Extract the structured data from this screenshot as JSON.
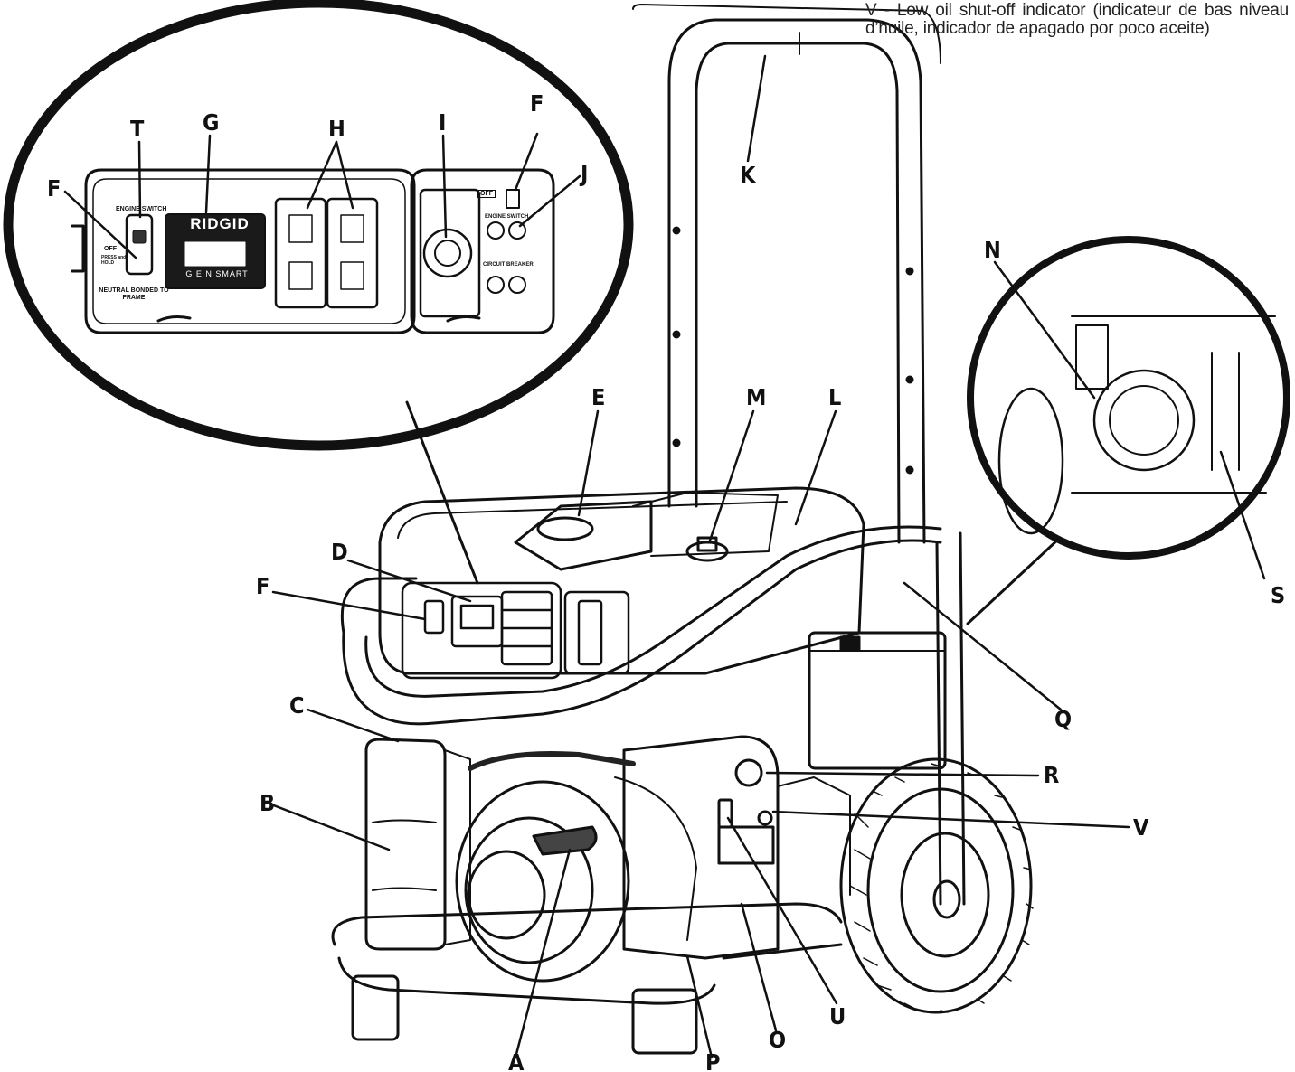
{
  "legend": {
    "key": "V",
    "text": "Low oil shut-off indicator (indicateur de bas niveau d’huile, indicador de apagado por poco aceite)"
  },
  "callouts": [
    {
      "id": "T",
      "text": "T"
    },
    {
      "id": "G",
      "text": "G"
    },
    {
      "id": "H",
      "text": "H"
    },
    {
      "id": "I",
      "text": "I"
    },
    {
      "id": "F_top",
      "text": "F"
    },
    {
      "id": "J",
      "text": "J"
    },
    {
      "id": "F_left",
      "text": "F"
    },
    {
      "id": "K",
      "text": "K"
    },
    {
      "id": "N",
      "text": "N"
    },
    {
      "id": "E",
      "text": "E"
    },
    {
      "id": "M",
      "text": "M"
    },
    {
      "id": "L",
      "text": "L"
    },
    {
      "id": "D",
      "text": "D"
    },
    {
      "id": "F_mid",
      "text": "F"
    },
    {
      "id": "S",
      "text": "S"
    },
    {
      "id": "Q",
      "text": "Q"
    },
    {
      "id": "C",
      "text": "C"
    },
    {
      "id": "R",
      "text": "R"
    },
    {
      "id": "B",
      "text": "B"
    },
    {
      "id": "V",
      "text": "V"
    },
    {
      "id": "A",
      "text": "A"
    },
    {
      "id": "P",
      "text": "P"
    },
    {
      "id": "O",
      "text": "O"
    },
    {
      "id": "U",
      "text": "U"
    }
  ],
  "panel": {
    "brand": "RIDGID",
    "gensmart": "G E N SMART",
    "engine_switch_left": "ENGINE SWITCH",
    "off": "OFF",
    "press_hold": "PRESS and HOLD",
    "neutral": "NEUTRAL BONDED TO FRAME",
    "engine_switch_right": "ENGINE SWITCH",
    "circuit_breaker": "CIRCUIT BREAKER",
    "off_right": "OFF"
  }
}
